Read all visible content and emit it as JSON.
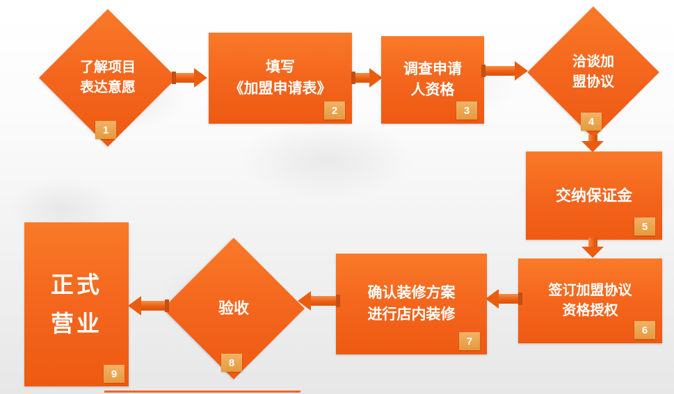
{
  "slide": {
    "description": "franchise joining process flowchart",
    "colors": {
      "shape_orange": "#F3641C",
      "badge_orange": "#E69A3C",
      "arrow_orange": "#EA5D0F",
      "background_top": "#FFFFFF",
      "background_bottom": "#E7E7E7"
    }
  },
  "nodes": [
    {
      "label": "了解项目\n表达意愿",
      "badge": "1",
      "shape": "diamond"
    },
    {
      "label": "填写\n《加盟申请表》",
      "badge": "2",
      "shape": "rect"
    },
    {
      "label": "调查申请\n人资格",
      "badge": "3",
      "shape": "rect"
    },
    {
      "label": "洽谈加\n盟协议",
      "badge": "4",
      "shape": "diamond"
    },
    {
      "label": "交纳保证金",
      "badge": "5",
      "shape": "rect"
    },
    {
      "label": "签订加盟协议\n资格授权",
      "badge": "6",
      "shape": "rect"
    },
    {
      "label": "确认装修方案\n进行店内装修",
      "badge": "7",
      "shape": "rect"
    },
    {
      "label": "验收",
      "badge": "8",
      "shape": "diamond"
    },
    {
      "label": "正式\n营业",
      "badge": "9",
      "shape": "rect"
    }
  ]
}
